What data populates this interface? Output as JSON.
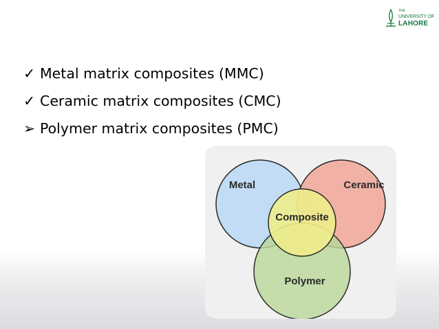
{
  "logo": {
    "line1": "THE",
    "line2": "UNIVERSITY OF",
    "line3": "LAHORE",
    "color": "#0f7a3c"
  },
  "bullets": [
    {
      "marker": "check-mark-icon",
      "glyph": "✓",
      "text": "Metal matrix composites (MMC)"
    },
    {
      "marker": "check-mark-icon",
      "glyph": "✓",
      "text": "Ceramic matrix composites (CMC)"
    },
    {
      "marker": "arrow-bullet-icon",
      "glyph": "➢",
      "text": "Polymer matrix composites (PMC)"
    }
  ],
  "venn": {
    "sets": [
      {
        "label": "Metal",
        "color": "#b9d8f4"
      },
      {
        "label": "Ceramic",
        "color": "#f2a294"
      },
      {
        "label": "Polymer",
        "color": "#b9d89a"
      }
    ],
    "center": {
      "label": "Composite",
      "color": "#eeec8c"
    },
    "frame_color": "#f0f0f0"
  }
}
